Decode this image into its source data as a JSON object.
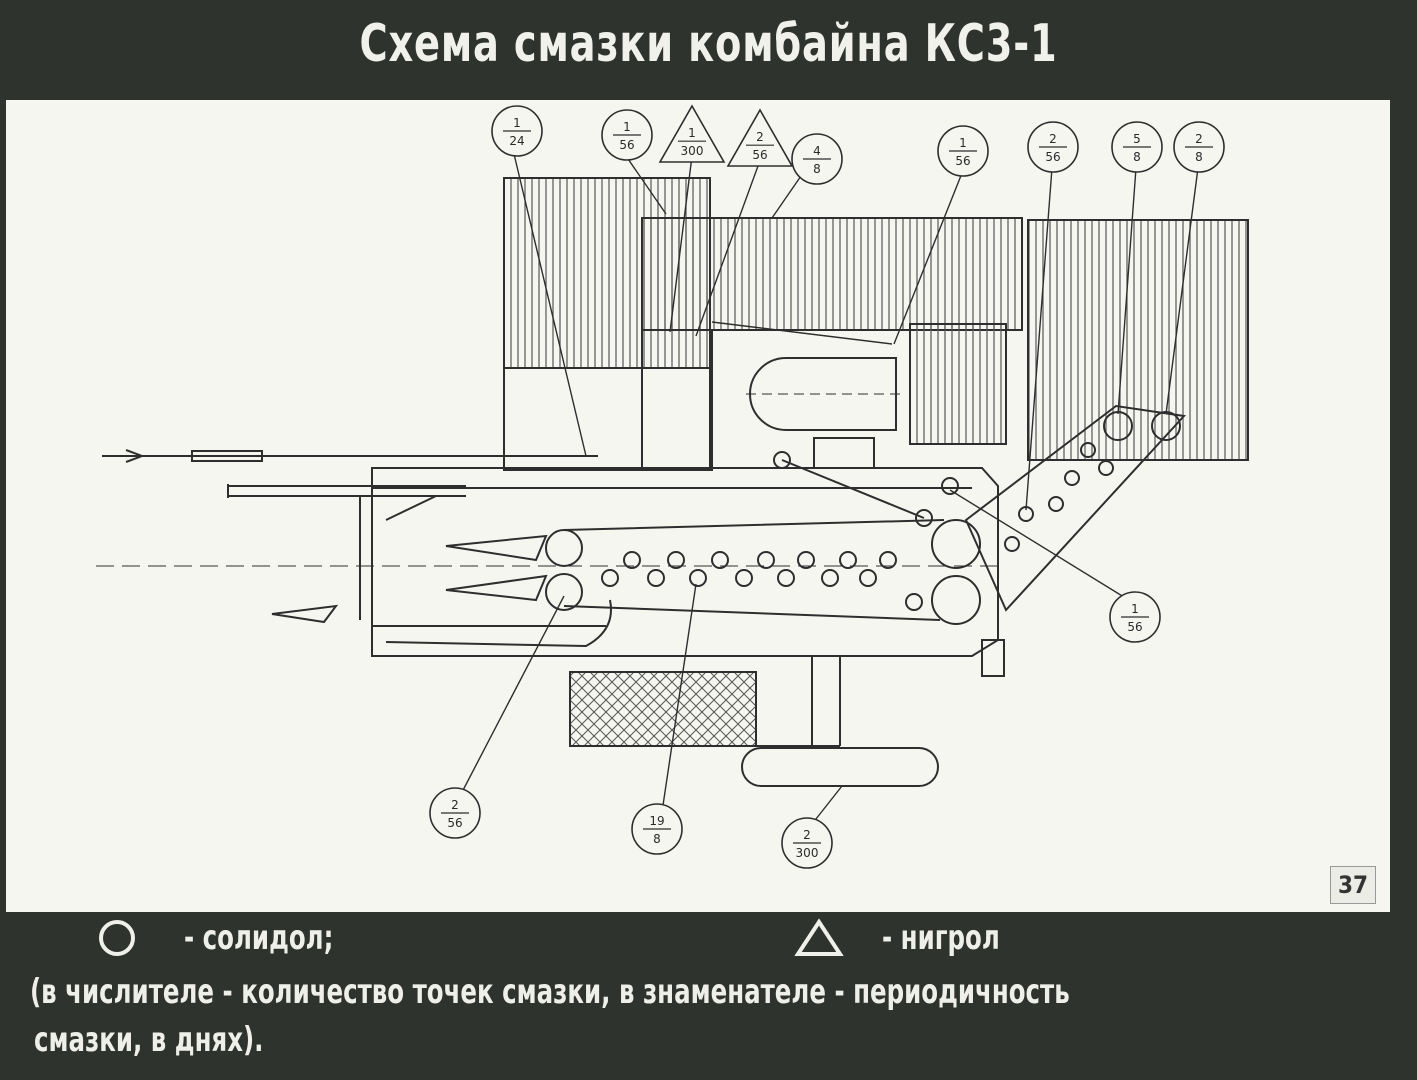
{
  "title": "Схема смазки комбайна КС3-1",
  "page_number": "37",
  "callouts": [
    {
      "num": "1",
      "den": "24",
      "shape": "circle"
    },
    {
      "num": "1",
      "den": "56",
      "shape": "circle"
    },
    {
      "num": "1",
      "den": "300",
      "shape": "triangle"
    },
    {
      "num": "2",
      "den": "56",
      "shape": "triangle"
    },
    {
      "num": "4",
      "den": "8",
      "shape": "circle"
    },
    {
      "num": "1",
      "den": "56",
      "shape": "circle"
    },
    {
      "num": "2",
      "den": "56",
      "shape": "circle"
    },
    {
      "num": "5",
      "den": "8",
      "shape": "circle"
    },
    {
      "num": "2",
      "den": "8",
      "shape": "circle"
    },
    {
      "num": "1",
      "den": "56",
      "shape": "circle"
    },
    {
      "num": "2",
      "den": "56",
      "shape": "circle"
    },
    {
      "num": "19",
      "den": "8",
      "shape": "circle"
    },
    {
      "num": "2",
      "den": "300",
      "shape": "circle"
    }
  ],
  "legend": {
    "circle_icon": "circle-icon",
    "circle_label": "- солидол;",
    "triangle_icon": "triangle-icon",
    "triangle_label": "- нигрол",
    "note_line1": "(в числителе - количество точек смазки, в знаменателе - периодичность",
    "note_line2": "смазки, в днях)."
  }
}
